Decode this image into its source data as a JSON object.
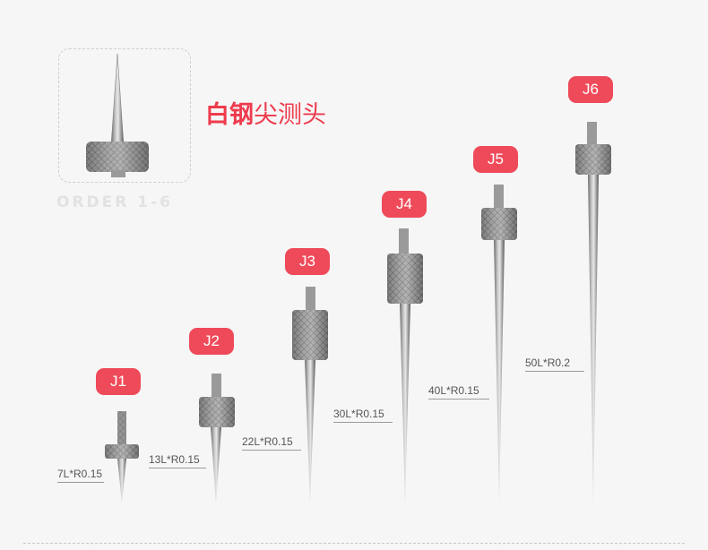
{
  "title": {
    "highlight": "白钢",
    "rest": "尖测头"
  },
  "order_label": "ORDER 1-6",
  "probes": [
    {
      "tag": "J1",
      "spec": "7L*R0.15"
    },
    {
      "tag": "J2",
      "spec": "13L*R0.15"
    },
    {
      "tag": "J3",
      "spec": "22L*R0.15"
    },
    {
      "tag": "J4",
      "spec": "30L*R0.15"
    },
    {
      "tag": "J5",
      "spec": "40L*R0.15"
    },
    {
      "tag": "J6",
      "spec": "50L*R0.2"
    }
  ],
  "colors": {
    "accent": "#ef4a5a",
    "background": "#f6f6f6"
  }
}
